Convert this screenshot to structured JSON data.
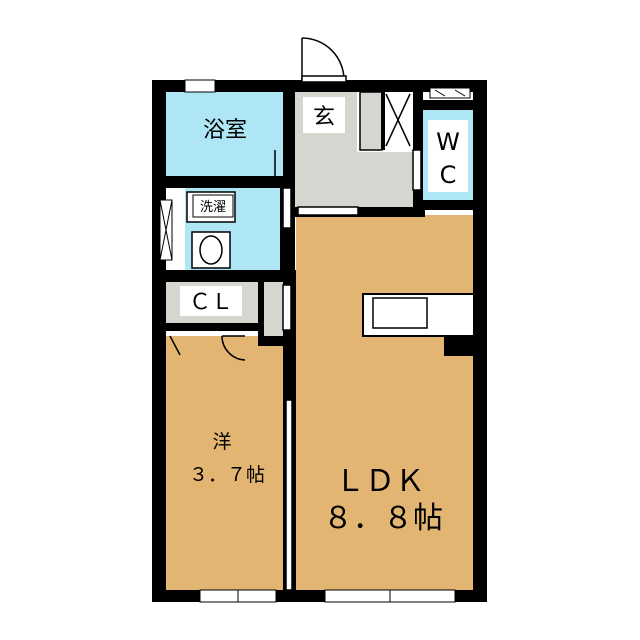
{
  "floorplan": {
    "rooms": {
      "bath": {
        "label": "浴室",
        "color": "#aee6f5"
      },
      "entrance": {
        "label": "玄",
        "color": "#d6d5cf"
      },
      "wc": {
        "label_line1": "W",
        "label_line2": "C",
        "color": "#aee6f5"
      },
      "laundry": {
        "label": "洗濯",
        "color": "#aee6f5"
      },
      "closet": {
        "label": "ＣＬ",
        "color": "#d6d5cf"
      },
      "western_room": {
        "label_line1": "洋",
        "label_line2": "３．７帖",
        "color": "#e2b572"
      },
      "ldk": {
        "label_line1": "ＬＤＫ",
        "label_line2": "８．８帖",
        "color": "#e2b572"
      }
    },
    "colors": {
      "wall": "#000000",
      "floor_wood": "#e2b572",
      "floor_wet": "#aee6f5",
      "floor_stone": "#d6d5cf",
      "window": "#ffffff"
    }
  }
}
